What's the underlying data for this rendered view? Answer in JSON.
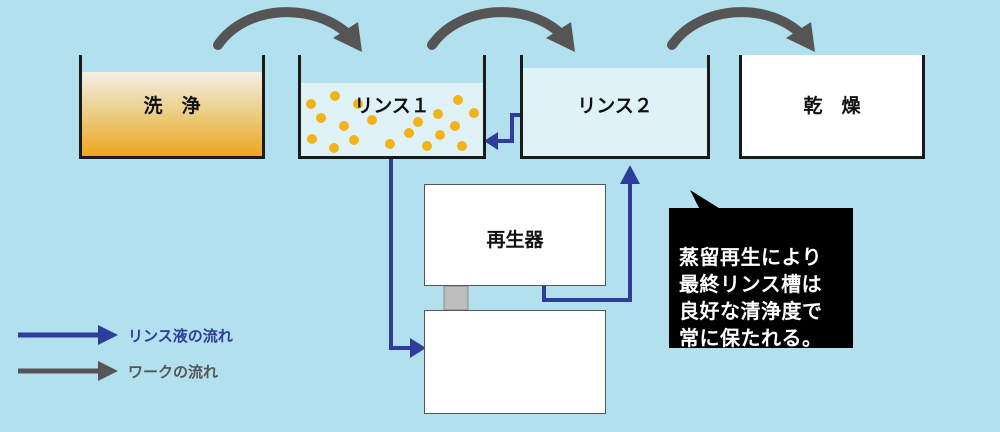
{
  "tanks": {
    "wash": "洗　浄",
    "rinse1": "リンス１",
    "rinse2": "リンス２",
    "dry": "乾　燥"
  },
  "regenerator": {
    "label": "再生器"
  },
  "callout": {
    "text": "蒸留再生により\n最終リンス槽は\n良好な清浄度で\n常に保たれる。"
  },
  "legend": {
    "rinse_flow": "リンス液の流れ",
    "work_flow": "ワークの流れ"
  },
  "colors": {
    "background": "#b3e0ef",
    "rinse_flow": "#2e3c9a",
    "work_flow": "#555555",
    "particle": "#f2b319",
    "rinse_water": "#dff2f8"
  }
}
